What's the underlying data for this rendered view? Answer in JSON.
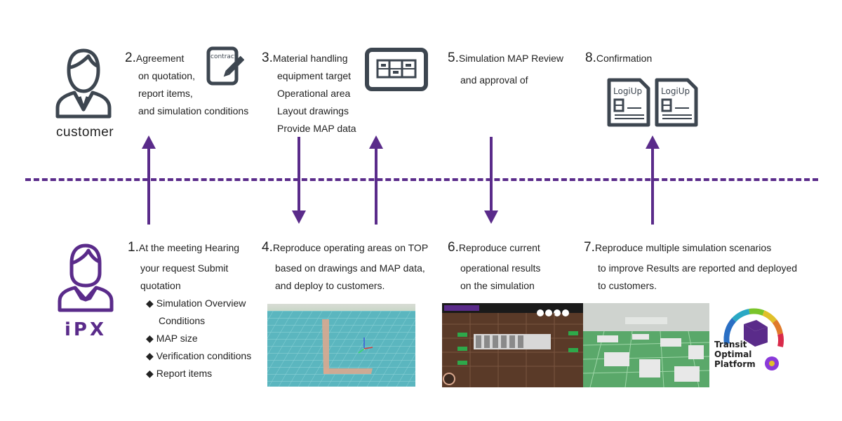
{
  "customer": {
    "label": "customer"
  },
  "ipx": {
    "label": "iPX"
  },
  "steps": {
    "s1": {
      "num": "1",
      "sep": ".",
      "lines": [
        "At the meeting Hearing",
        "your request Submit",
        "quotation"
      ],
      "bullets": [
        "Simulation Overview",
        "Conditions",
        "MAP size",
        "Verification conditions",
        "Report items"
      ]
    },
    "s2": {
      "num": "2",
      "sep": ".",
      "lines": [
        "Agreement",
        "on quotation,",
        "report items,",
        "and simulation conditions"
      ]
    },
    "s3": {
      "num": "3",
      "sep": ".",
      "lines": [
        "Material handling",
        "equipment target",
        "Operational area",
        "Layout drawings",
        "Provide MAP data"
      ]
    },
    "s4": {
      "num": "4",
      "sep": ".",
      "lines": [
        "Reproduce operating areas on TOP",
        "based on drawings and MAP data,",
        "and deploy to customers."
      ]
    },
    "s5": {
      "num": "5",
      "sep": ".",
      "lines": [
        "Simulation MAP Review",
        "and approval of"
      ]
    },
    "s6": {
      "num": "6",
      "sep": ".",
      "lines": [
        "Reproduce current",
        "operational results",
        "on the simulation"
      ]
    },
    "s7": {
      "num": "7",
      "sep": " .",
      "lines": [
        "Reproduce multiple simulation scenarios",
        "to improve Results are reported and deployed",
        "to customers."
      ]
    },
    "s8": {
      "num": "8",
      "sep": " .",
      "lines": [
        "Confirmation"
      ]
    }
  },
  "icons": {
    "contract": "contract",
    "report1": "LogiUp",
    "report2": "LogiUp"
  },
  "logo": {
    "lines": [
      "Transit",
      "Optimal",
      "Platform"
    ]
  },
  "colors": {
    "accent": "#5a2b8a",
    "icon": "#3d4650"
  }
}
